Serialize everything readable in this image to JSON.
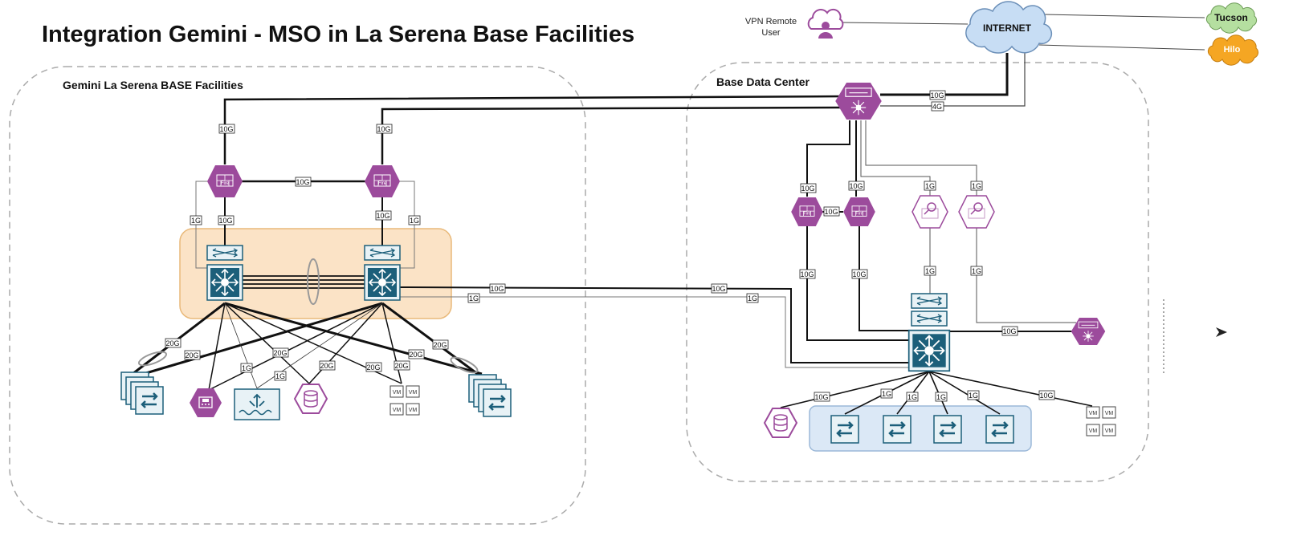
{
  "title": "Integration Gemini - MSO in La Serena Base Facilities",
  "zones": {
    "left": "Gemini La Serena BASE Facilities",
    "right": "Base Data Center"
  },
  "external": {
    "vpn_line1": "VPN Remote",
    "vpn_line2": "User",
    "internet": "INTERNET",
    "tucson": "Tucson",
    "hilo": "Hilo"
  },
  "firewall_text": "Fire",
  "vm_text": "VM",
  "links": {
    "l10g_a": "10G",
    "l10g_b": "10G",
    "l10g_c": "10G",
    "l1g_a": "1G",
    "l10g_d": "10G",
    "l10g_e": "10G",
    "l1g_b": "1G",
    "m10g_a": "10G",
    "m1g_a": "1G",
    "m10g_b": "10G",
    "m1g_b": "1G",
    "d20g_a": "20G",
    "d20g_b": "20G",
    "d1g_a": "1G",
    "d1g_b": "1G",
    "d20g_c": "20G",
    "d20g_d": "20G",
    "d20g_e": "20G",
    "d20g_f": "20G",
    "d20g_g": "20G",
    "d20g_h": "20G",
    "r10g_top": "10G",
    "r4g_top": "4G",
    "r10g_a": "10G",
    "r10g_b": "10G",
    "r10g_mid": "10G",
    "r1g_a": "1G",
    "r1g_b": "1G",
    "r10g_c": "10G",
    "r10g_d": "10G",
    "r1g_c": "1G",
    "r1g_d": "1G",
    "r10g_core": "10G",
    "b10g_a": "10G",
    "b1g_a": "1G",
    "b1g_b": "1G",
    "b1g_c": "1G",
    "b1g_d": "1G",
    "b10g_b": "10G"
  },
  "colors": {
    "switch": "#1c5f7a",
    "switch_fill": "#e8f2f6",
    "security": "#9c4b9c",
    "cloud": "#c7ddf4",
    "tucson": "#b5dfa0",
    "hilo": "#f5a623",
    "highlight_orange": "#fbe3c6",
    "highlight_blue": "#dbe8f6"
  }
}
